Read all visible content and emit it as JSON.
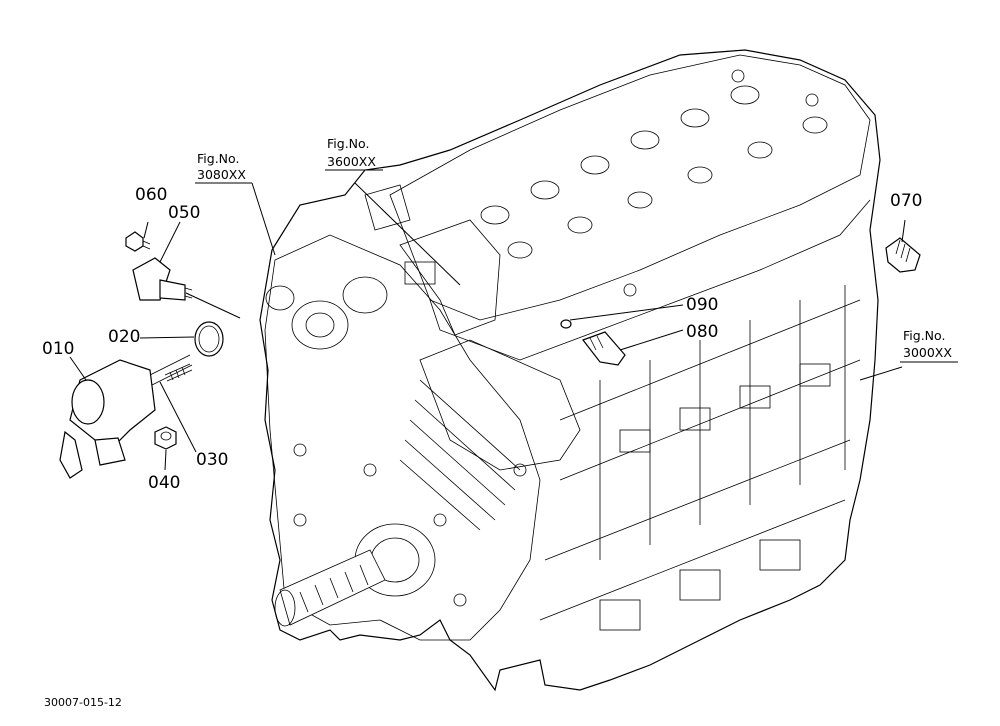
{
  "parts": [
    {
      "id": "p010",
      "num": "010"
    },
    {
      "id": "p020",
      "num": "020"
    },
    {
      "id": "p030",
      "num": "030"
    },
    {
      "id": "p040",
      "num": "040"
    },
    {
      "id": "p050",
      "num": "050"
    },
    {
      "id": "p060",
      "num": "060"
    },
    {
      "id": "p070",
      "num": "070"
    },
    {
      "id": "p080",
      "num": "080"
    },
    {
      "id": "p090",
      "num": "090"
    }
  ],
  "fig_refs": [
    {
      "id": "f3080",
      "line1": "Fig.No.",
      "line2": "3080XX"
    },
    {
      "id": "f3600",
      "line1": "Fig.No.",
      "line2": "3600XX"
    },
    {
      "id": "f3000",
      "line1": "Fig.No.",
      "line2": "3000XX"
    }
  ],
  "drawing_code": "30007-015-12"
}
